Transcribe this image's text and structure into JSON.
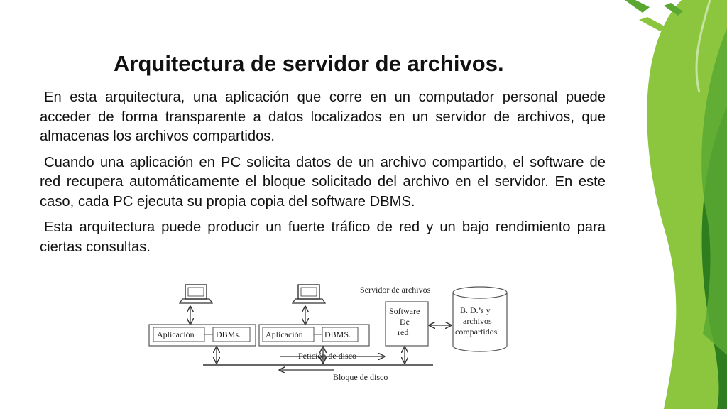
{
  "slide": {
    "title": "Arquitectura de servidor de archivos.",
    "paragraphs": [
      "En esta arquitectura, una aplicación que corre en un computador personal puede acceder de forma transparente a datos localizados en un servidor de archivos, que almacenas los archivos compartidos.",
      "Cuando una aplicación en PC solicita datos de un archivo compartido, el software de red recupera automáticamente el bloque solicitado del archivo en el servidor. En este caso, cada PC ejecuta su propia copia del software DBMS.",
      "Esta arquitectura puede producir un fuerte tráfico de red y un bajo rendimiento para ciertas consultas."
    ]
  },
  "diagram": {
    "server_label": "Servidor de archivos",
    "client1": {
      "app_label": "Aplicación",
      "dbms_label": "DBMs."
    },
    "client2": {
      "app_label": "Aplicación",
      "dbms_label": "DBMS."
    },
    "network_software": [
      "Software",
      "De",
      "red"
    ],
    "database": [
      "B. D.’s y",
      "archivos",
      "compartidos"
    ],
    "request_label": "Petición de disco",
    "block_label": "Bloque de disco"
  },
  "colors": {
    "green_light": "#8cc63f",
    "green_mid": "#5aa832",
    "green_dark": "#2e7d1e"
  }
}
